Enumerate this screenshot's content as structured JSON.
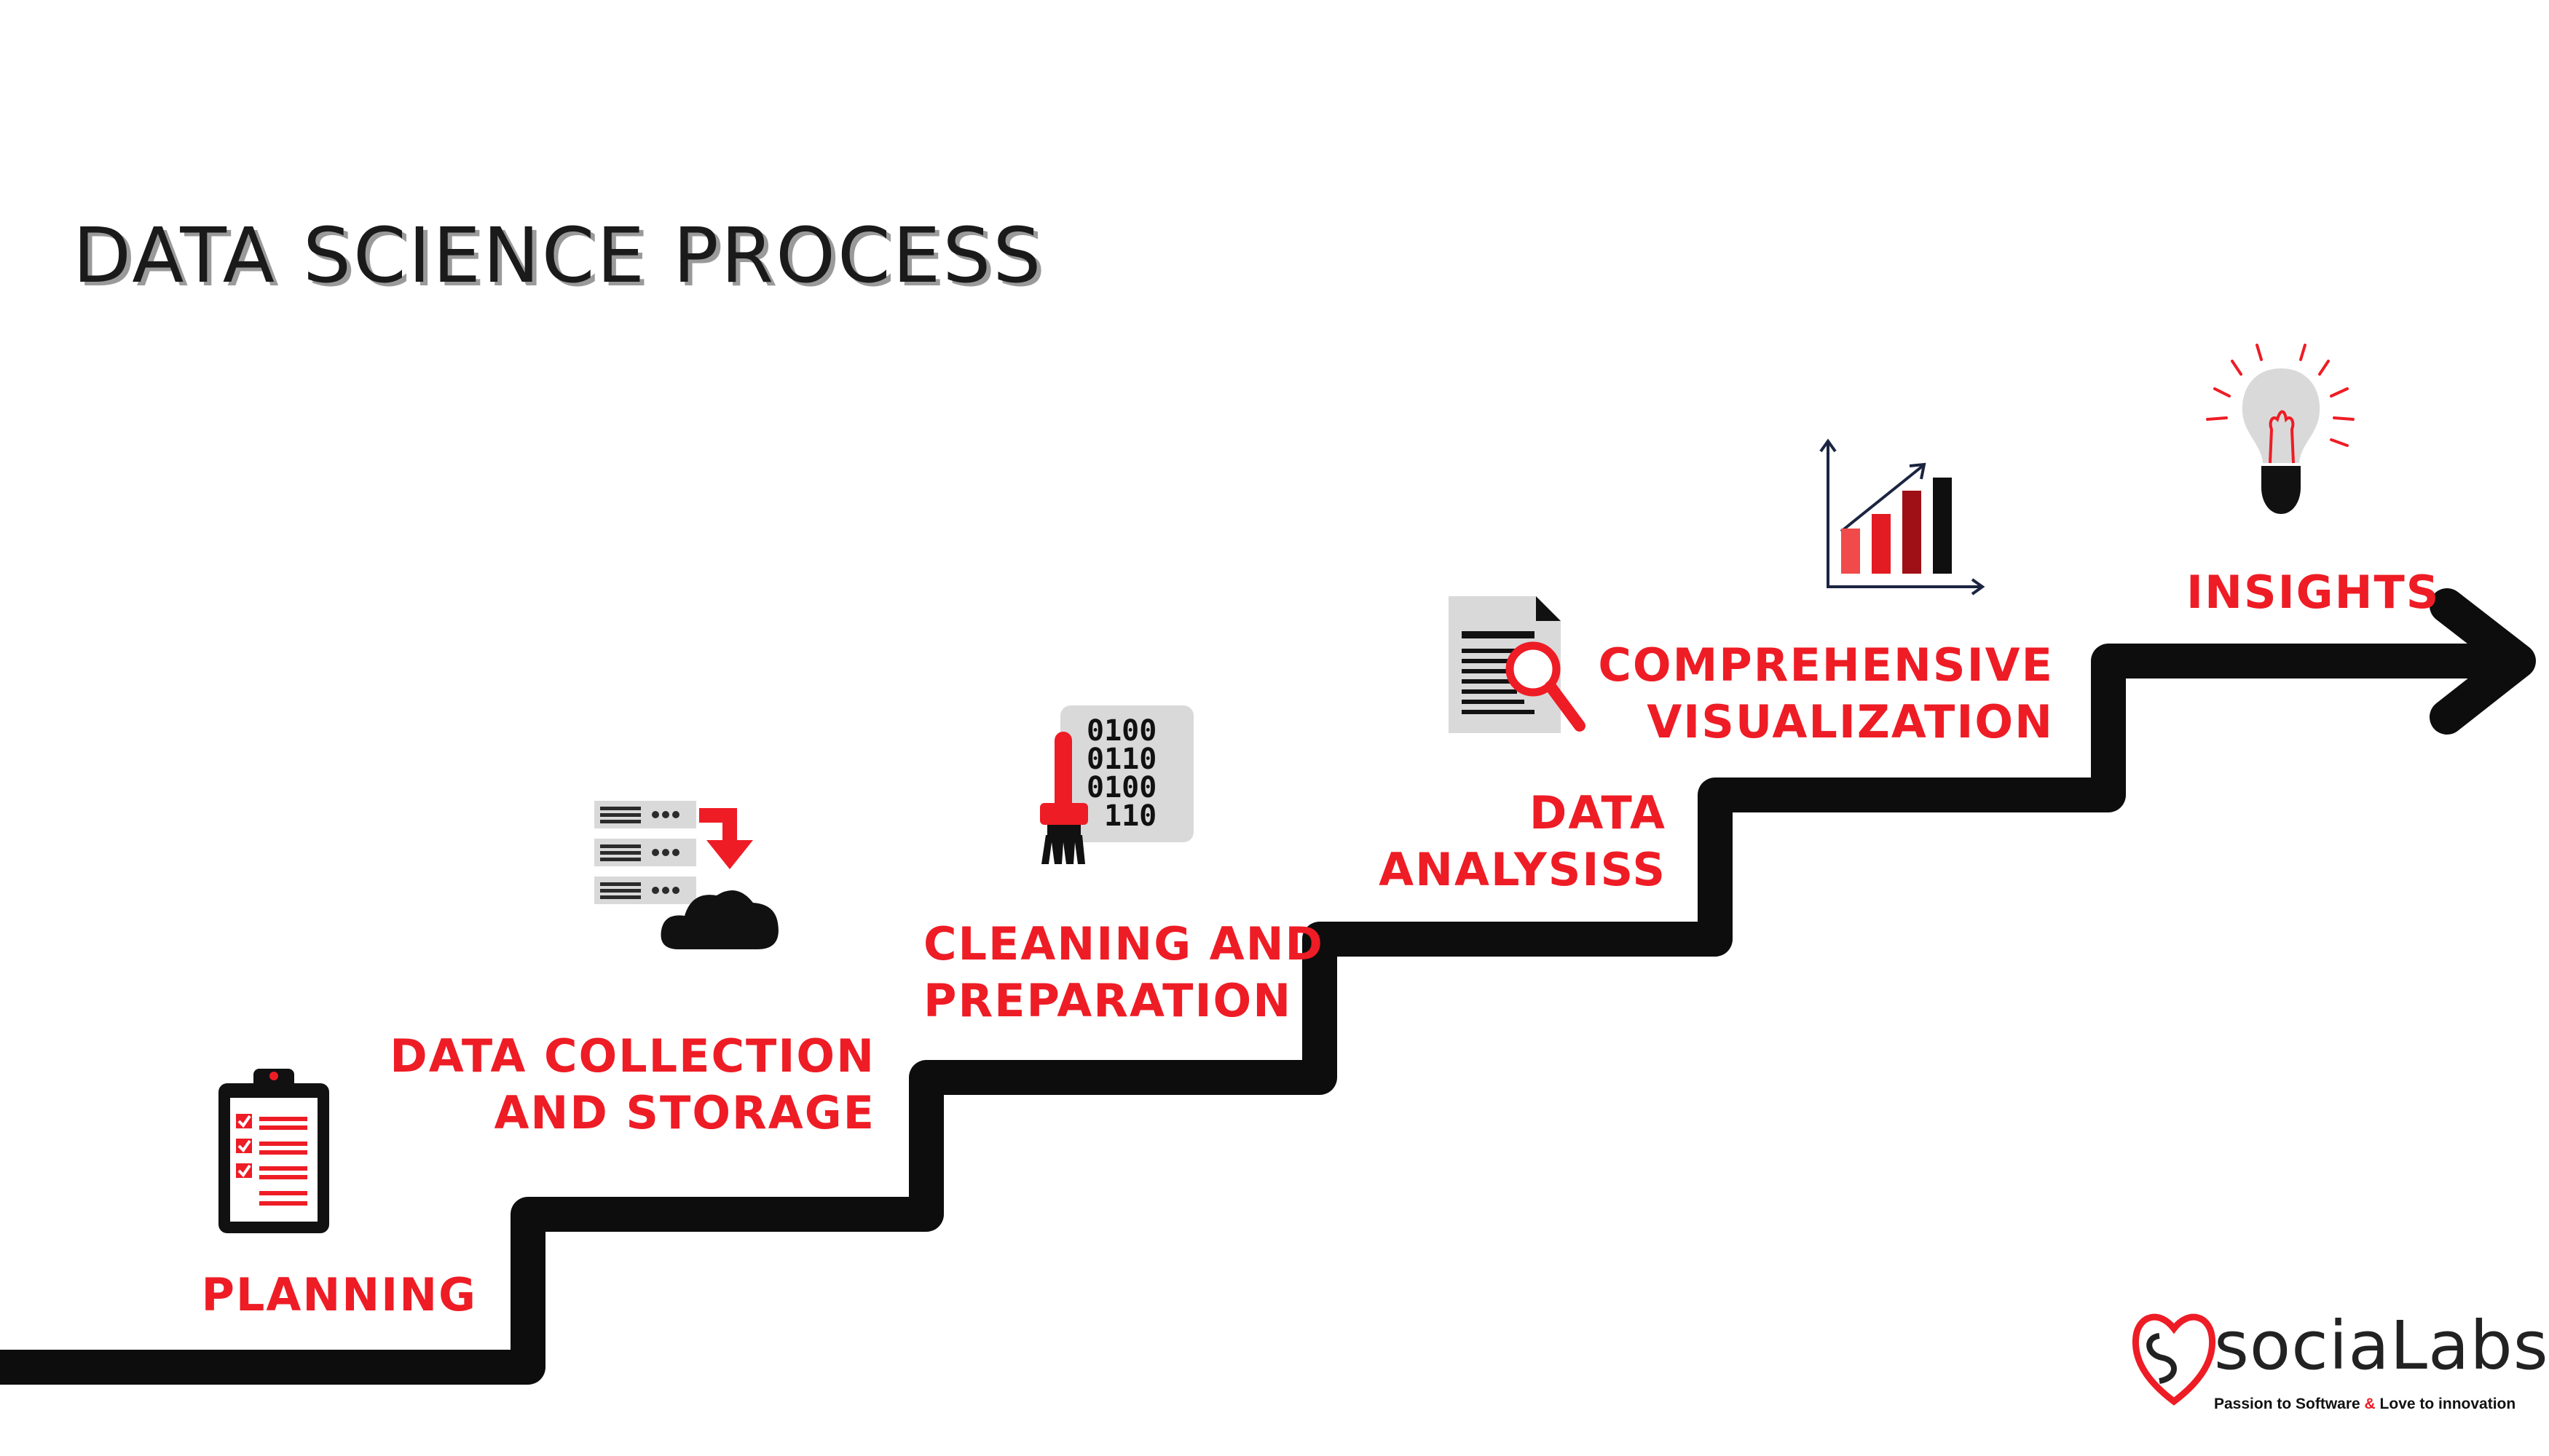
{
  "title": "DATA SCIENCE PROCESS",
  "accent_color": "#ee1c25",
  "steps": [
    {
      "lines": [
        "PLANNING"
      ],
      "icon": "clipboard-checklist-icon"
    },
    {
      "lines": [
        "DATA COLLECTION",
        "AND STORAGE"
      ],
      "icon": "server-cloud-download-icon"
    },
    {
      "lines": [
        "CLEANING AND",
        "PREPARATION"
      ],
      "icon": "brush-binary-data-icon"
    },
    {
      "lines": [
        "DATA",
        "ANALYSISS"
      ],
      "icon": "document-magnifier-icon"
    },
    {
      "lines": [
        "COMPREHENSIVE",
        "VISUALIZATION"
      ],
      "icon": "bar-chart-trend-icon"
    },
    {
      "lines": [
        "INSIGHTS"
      ],
      "icon": "light-bulb-icon"
    }
  ],
  "binary_rows": [
    "0100",
    "0110",
    "0100",
    "110"
  ],
  "logo": {
    "name": "sociaLabs",
    "tagline_before": "Passion to Software ",
    "tagline_amp": "&",
    "tagline_after": " Love to innovation"
  }
}
